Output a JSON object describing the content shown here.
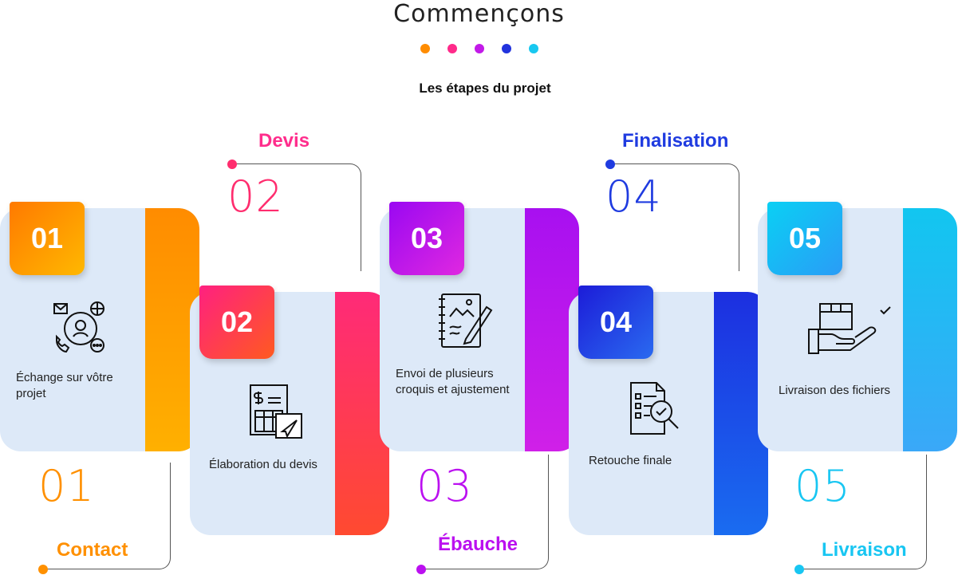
{
  "title": "Commençons",
  "subtitle": "Les étapes du projet",
  "dots": [
    "#ff8c00",
    "#ff2a8a",
    "#c21ae8",
    "#2233dd",
    "#18c8f0"
  ],
  "steps": [
    {
      "num": "01",
      "card_label": "Échange sur vôtre projet",
      "big": "01",
      "name": "Contact",
      "color": "#ff9000",
      "icon": "contact-network-icon"
    },
    {
      "num": "02",
      "card_label": "Élaboration du devis",
      "big": "02",
      "name": "Devis",
      "color": "#ff2d6e",
      "icon": "invoice-send-icon"
    },
    {
      "num": "03",
      "card_label": "Envoi de plusieurs croquis et ajustement",
      "big": "03",
      "name": "Ébauche",
      "color": "#bb10f0",
      "icon": "sketchbook-pencil-icon"
    },
    {
      "num": "04",
      "card_label": "Retouche finale",
      "big": "04",
      "name": "Finalisation",
      "color": "#1f3be0",
      "icon": "document-check-icon"
    },
    {
      "num": "05",
      "card_label": "Livraison des fichiers",
      "big": "05",
      "name": "Livraison",
      "color": "#18c6f2",
      "icon": "package-hand-icon"
    }
  ]
}
